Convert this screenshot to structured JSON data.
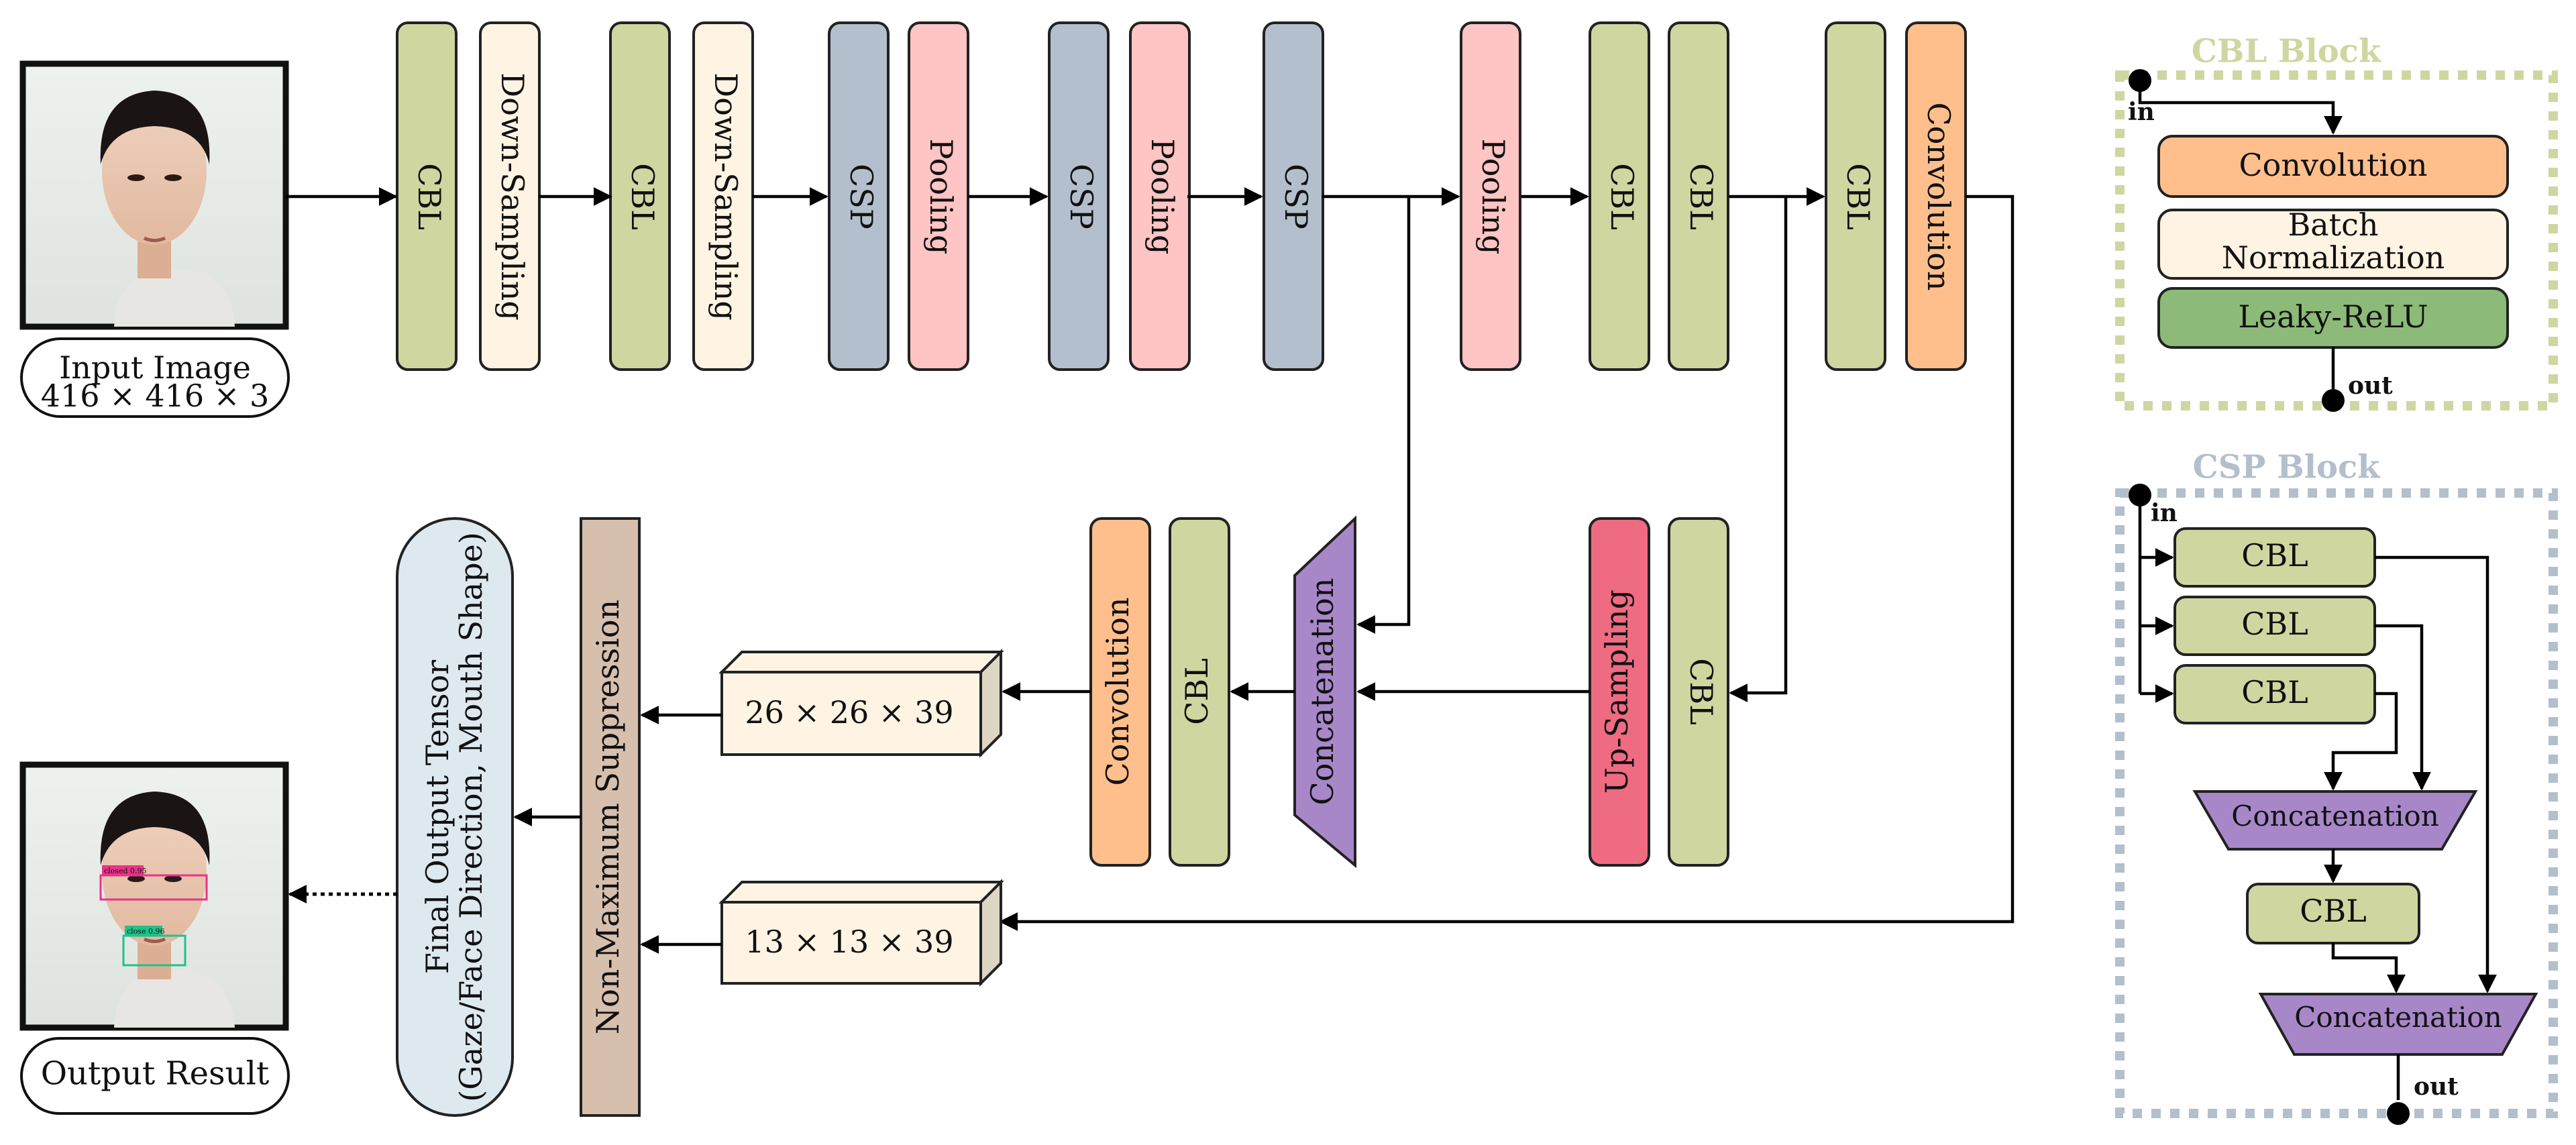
{
  "input": {
    "label_line1": "Input Image",
    "label_line2": "416 × 416 × 3"
  },
  "output": {
    "label": "Output Result",
    "detections": [
      "closed 0.95",
      "close 0.96"
    ]
  },
  "backbone": [
    {
      "label": "CBL",
      "kind": "cbl"
    },
    {
      "label": "Down-Sampling",
      "kind": "down"
    },
    {
      "label": "CBL",
      "kind": "cbl"
    },
    {
      "label": "Down-Sampling",
      "kind": "down"
    },
    {
      "label": "CSP",
      "kind": "csp"
    },
    {
      "label": "Pooling",
      "kind": "pool"
    },
    {
      "label": "CSP",
      "kind": "csp"
    },
    {
      "label": "Pooling",
      "kind": "pool"
    },
    {
      "label": "CSP",
      "kind": "csp"
    },
    {
      "label": "Pooling",
      "kind": "pool"
    },
    {
      "label": "CBL",
      "kind": "cbl"
    },
    {
      "label": "CBL",
      "kind": "cbl"
    },
    {
      "label": "CBL",
      "kind": "cbl"
    },
    {
      "label": "Convolution",
      "kind": "conv"
    }
  ],
  "head": {
    "upsampling": "Up-Sampling",
    "cbl": "CBL",
    "concatenation": "Concatenation",
    "cbl2": "CBL",
    "convolution": "Convolution",
    "tensor_26": "26 × 26 × 39",
    "tensor_13": "13 × 13 × 39",
    "nms": "Non-Maximum Suppression",
    "final_line1": "Final Output Tensor",
    "final_line2": "(Gaze/Face Direction, Mouth Shape)"
  },
  "cbl_block": {
    "title": "CBL Block",
    "in_label": "in",
    "out_label": "out",
    "layers": [
      "Convolution",
      "Batch",
      "Normalization",
      "Leaky-ReLU"
    ]
  },
  "csp_block": {
    "title": "CSP Block",
    "in_label": "in",
    "out_label": "out",
    "cbl": "CBL",
    "concatenation": "Concatenation"
  },
  "colors": {
    "cbl": "#d0d6a0",
    "down": "#fff4e3",
    "csp": "#b3bfcc",
    "pool": "#ffc4c4",
    "conv": "#ffbf8c",
    "bn": "#fff4e3",
    "relu": "#8cba78",
    "concat": "#a887c9",
    "upsample": "#ef6b82",
    "tensor": "#fff4e3",
    "tensor_side": "#ddd6c2",
    "nms": "#d7bfae",
    "final": "#dde8ef",
    "cbl_border": "#d0d6a0",
    "csp_border": "#b3bfcc"
  }
}
